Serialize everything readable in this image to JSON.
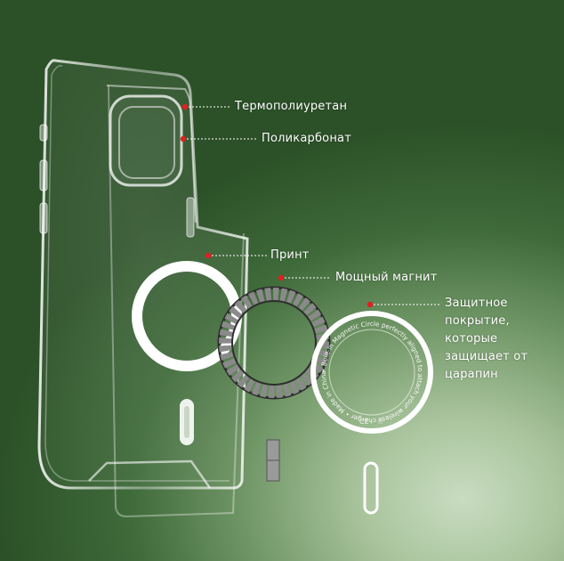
{
  "labels": {
    "tpu": "Термополиуретан",
    "polycarbonate": "Поликарбонат",
    "print": "Принт",
    "magnet": "Мощный магнит",
    "coating_line1": "Защитное",
    "coating_line2": "покрытие, которые",
    "coating_line3": "защищает от",
    "coating_line4": "царапин"
  },
  "ring_text": "• Built-in Magnetic Circle perfectly aligned to attach your wireless charger • Made in China •",
  "colors": {
    "background": "#3f6a3a",
    "marker": "#e02020",
    "label_text": "#ffffff",
    "leader_line": "#ffffff"
  }
}
